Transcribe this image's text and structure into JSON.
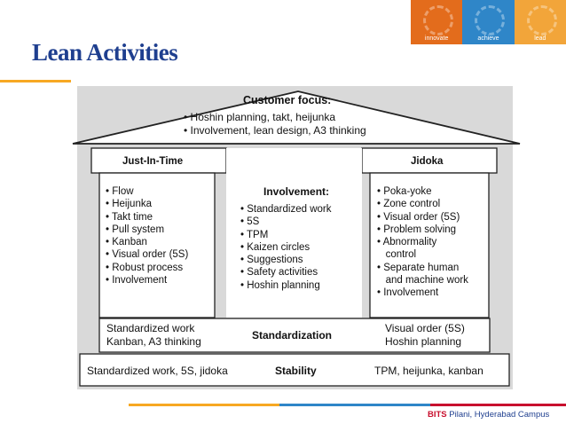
{
  "banner": {
    "segments": [
      {
        "word": "innovate",
        "color": "#e36c1c"
      },
      {
        "word": "achieve",
        "color": "#2f86c8"
      },
      {
        "word": "lead",
        "color": "#f2a53a"
      }
    ]
  },
  "slide_title": "Lean Activities",
  "roof": {
    "heading": "Customer focus:",
    "bullets": [
      "Hoshin planning, takt, heijunka",
      "Involvement, lean design, A3 thinking"
    ]
  },
  "left_pillar": {
    "heading": "Just-In-Time",
    "items": [
      "Flow",
      "Heijunka",
      "Takt time",
      "Pull system",
      "Kanban",
      "Visual order (5S)",
      "Robust process",
      "Involvement"
    ]
  },
  "center": {
    "heading": "Involvement:",
    "items": [
      "Standardized work",
      "5S",
      "TPM",
      "Kaizen circles",
      "Suggestions",
      "Safety activities",
      "Hoshin planning"
    ]
  },
  "right_pillar": {
    "heading": "Jidoka",
    "items": [
      "Poka-yoke",
      "Zone control",
      "Visual order (5S)",
      "Problem solving",
      "Abnormality",
      "control",
      "Separate human",
      "and machine work",
      "Involvement"
    ]
  },
  "standardization": {
    "left_line1": "Standardized work",
    "left_line2": "Kanban, A3 thinking",
    "label": "Standardization",
    "right_line1": "Visual order (5S)",
    "right_line2": "Hoshin planning"
  },
  "stability": {
    "left": "Standardized work, 5S, jidoka",
    "label": "Stability",
    "right": "TPM, heijunka, kanban"
  },
  "footer": {
    "org": "BITS",
    "campus": " Pilani, Hyderabad Campus"
  },
  "colors": {
    "title": "#1f3f8f",
    "accent_orange": "#f7a823",
    "accent_blue": "#2f86c8",
    "footer_red": "#c8102e",
    "house_fill": "#d9d9d9"
  }
}
